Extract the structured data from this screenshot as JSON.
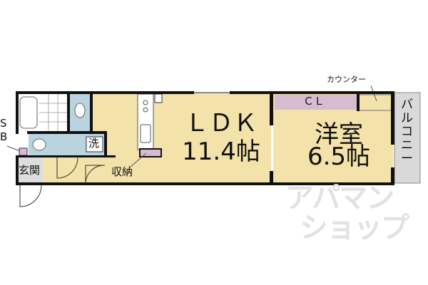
{
  "rooms": {
    "ldk_name": "ＬＤＫ",
    "ldk_size": "11.4帖",
    "western_name": "洋室",
    "western_size": "6.5帖",
    "closet": "ＣＬ",
    "balcony": "バルコニー",
    "counter": "カウンター",
    "storage": "収納",
    "washroom": "洗",
    "entrance": "玄関",
    "shoe_box": "S\nB"
  },
  "watermark": {
    "line1": "アパマン",
    "line2": "ショップ"
  },
  "colors": {
    "room": "#f3e2a9",
    "wet": "#b9d3df",
    "storage": "#d7bcd0",
    "balcony": "#d9d9d9",
    "wall": "#111111"
  }
}
